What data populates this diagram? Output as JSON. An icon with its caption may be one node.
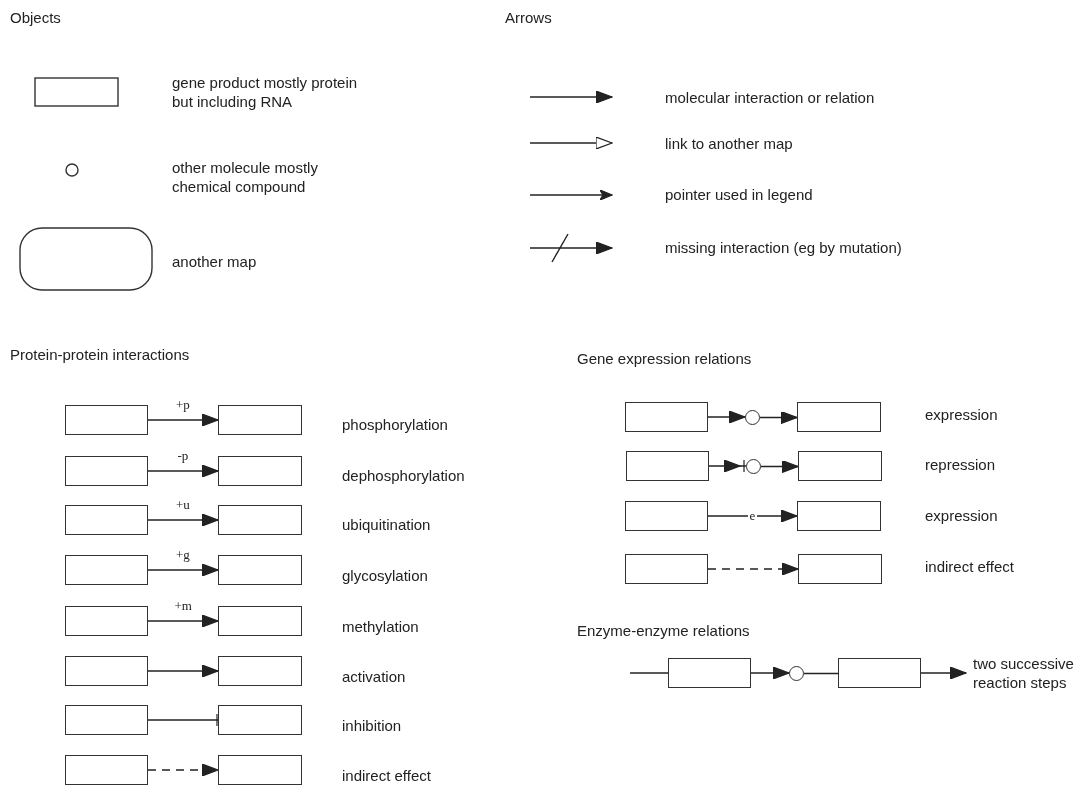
{
  "diagram": {
    "nodes": [
      {
        "text": [],
        "shape": "box"
      },
      {
        "text": [],
        "shape": "box"
      },
      {
        "text": [],
        "shape": "box"
      },
      {
        "text": [],
        "shape": "box"
      },
      {
        "text": [],
        "shape": "box"
      },
      {
        "text": [],
        "shape": "box"
      },
      {
        "text": [],
        "shape": "box"
      },
      {
        "text": [],
        "shape": "box"
      },
      {
        "text": [],
        "shape": "box"
      },
      {
        "text": [],
        "shape": "box"
      },
      {
        "text": [],
        "shape": "box"
      },
      {
        "text": [],
        "shape": "box"
      },
      {
        "text": [],
        "shape": "box"
      },
      {
        "text": [],
        "shape": "box"
      },
      {
        "text": [],
        "shape": "box"
      },
      {
        "text": [],
        "shape": "box"
      },
      {
        "text": [],
        "shape": "box"
      },
      {
        "text": [],
        "shape": "circle"
      },
      {
        "text": [],
        "shape": "box"
      },
      {
        "text": [],
        "shape": "box"
      },
      {
        "text": [],
        "shape": "circle"
      },
      {
        "text": [],
        "shape": "box"
      },
      {
        "text": [],
        "shape": "box"
      },
      {
        "text": [],
        "shape": "box"
      },
      {
        "text": [],
        "shape": "box"
      },
      {
        "text": [],
        "shape": "box"
      },
      {
        "text": [],
        "shape": "box"
      },
      {
        "text": [],
        "shape": "circle"
      },
      {
        "text": [],
        "shape": "box"
      },
      {
        "text": [
          "two successive reaction steps"
        ]
      }
    ],
    "edges": [
      {
        "from": 0,
        "to": 1,
        "arrow": "to",
        "label": "+p"
      },
      {
        "from": 2,
        "to": 3,
        "arrow": "to",
        "label": "-p"
      },
      {
        "from": 4,
        "to": 5,
        "arrow": "to",
        "label": "+u"
      },
      {
        "from": 6,
        "to": 7,
        "arrow": "to",
        "label": "+g"
      },
      {
        "from": 8,
        "to": 9,
        "arrow": "to",
        "label": "+m"
      },
      {
        "from": 10,
        "to": 11,
        "arrow": "to"
      },
      {
        "from": 12,
        "to": 13,
        "arrow": "other"
      },
      {
        "from": 14,
        "to": 15,
        "arrow": "to",
        "style": "dashed"
      },
      {
        "from": 16,
        "to": 17,
        "arrow": "to"
      },
      {
        "from": 17,
        "to": 18,
        "arrow": "to"
      },
      {
        "from": 19,
        "to": 20,
        "arrow": "to"
      },
      {
        "from": 20,
        "to": 21,
        "arrow": "to"
      },
      {
        "from": 22,
        "to": 23,
        "arrow": "to",
        "label": "e"
      },
      {
        "from": 24,
        "to": 25,
        "arrow": "to",
        "style": "dashed"
      },
      {
        "from": null,
        "to": 26,
        "arrow": "none"
      },
      {
        "from": 26,
        "to": 27,
        "arrow": "to"
      },
      {
        "from": 27,
        "to": 28,
        "arrow": "none"
      },
      {
        "from": 28,
        "to": 29,
        "arrow": "to"
      }
    ],
    "labels": [
      "Objects",
      "Arrows",
      "Protein-protein interactions",
      "phosphorylation",
      "dephosphorylation",
      "ubiquitination",
      "glycosylation",
      "methylation",
      "activation",
      "inhibition",
      "indirect effect",
      "Gene expression relations",
      "expression",
      "repression",
      "expression",
      "indirect effect",
      "Enzyme-enzyme relations"
    ],
    "legend": [
      {
        "text": "gene product mostly protein but including RNA"
      },
      {
        "text": "other molecule mostly chemical compound"
      },
      {
        "text": "another map"
      },
      {
        "text": "molecular interaction or relation"
      },
      {
        "text": "link to another map"
      },
      {
        "text": "pointer used in legend"
      },
      {
        "text": "missing interaction (eg by mutation)"
      }
    ]
  }
}
